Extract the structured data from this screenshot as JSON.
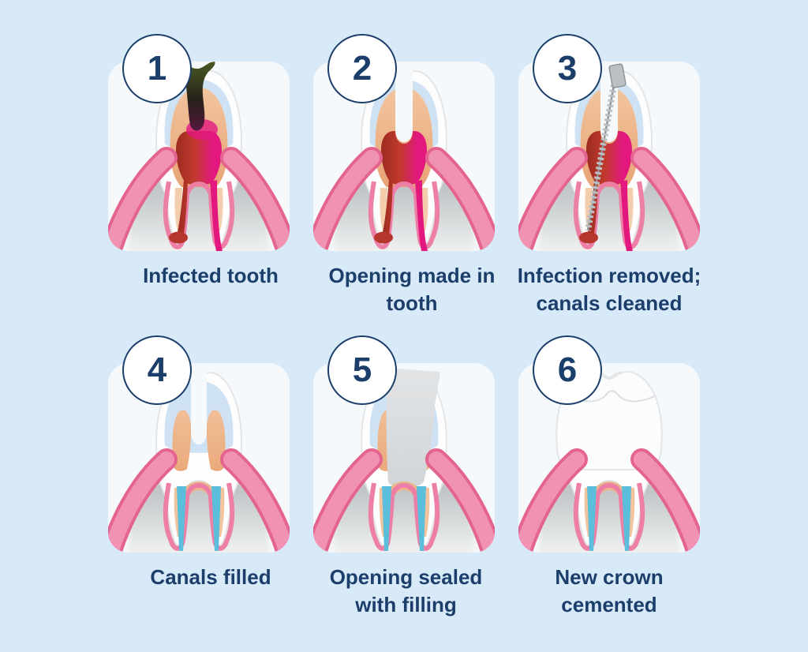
{
  "infographic": {
    "steps": [
      {
        "number": "1",
        "caption": "Infected tooth",
        "illustration": "infected-tooth-icon",
        "features": [
          "decayed-crown",
          "infected-pulp",
          "abscess"
        ]
      },
      {
        "number": "2",
        "caption": "Opening made in tooth",
        "illustration": "tooth-access-opening-icon",
        "features": [
          "access-opening",
          "infected-pulp",
          "abscess"
        ]
      },
      {
        "number": "3",
        "caption": "Infection removed; canals cleaned",
        "illustration": "tooth-file-cleaning-icon",
        "features": [
          "access-opening",
          "infected-pulp",
          "abscess",
          "endo-file"
        ]
      },
      {
        "number": "4",
        "caption": "Canals filled",
        "illustration": "canals-filled-icon",
        "features": [
          "clean-dentin",
          "open-top",
          "gutta-percha"
        ]
      },
      {
        "number": "5",
        "caption": "Opening sealed with filling",
        "illustration": "sealed-filling-icon",
        "features": [
          "clean-dentin",
          "gutta-percha",
          "filling"
        ]
      },
      {
        "number": "6",
        "caption": "New crown cemented",
        "illustration": "new-crown-icon",
        "features": [
          "clean-dentin",
          "gutta-percha",
          "new-crown"
        ]
      }
    ]
  },
  "palette": {
    "background": "#d8e9f8",
    "panel": "#f6f9fb",
    "navy": "#1c3e6b",
    "enamel": "#fdfdfe",
    "enamel_outline": "#e3e5e7",
    "crown_tint": "#cfe2f4",
    "dentin_light": "#f2c59e",
    "dentin_dark": "#e8a273",
    "dentin_arch": "#ecb68c",
    "dentin_streak": "#f2c49e",
    "pulp_dark_red": "#9a2a21",
    "pulp_red": "#c13a2c",
    "pulp_magenta": "#e2187f",
    "decay_green": "#4a5a23",
    "decay_dark": "#27211a",
    "decay_purple": "#54193f",
    "abscess_red": "#b5372c",
    "gum_dark": "#e3648f",
    "gum_light": "#f192b2",
    "gum_ligament": "#ed7ea6",
    "canal_blue": "#5bbedb",
    "filling_light": "#e2e4e6",
    "filling_gray": "#d2d5d7",
    "file_gray": "#bcc0c3",
    "file_dark": "#8e9499",
    "shadow_top": "#b4b8ba",
    "shadow_bottom": "#eef0f1"
  }
}
